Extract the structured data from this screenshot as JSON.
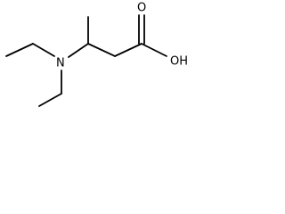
{
  "diagram": {
    "labels": {
      "nitrogen": "N",
      "carbonyl_oxygen": "O",
      "hydroxyl": "OH"
    }
  }
}
